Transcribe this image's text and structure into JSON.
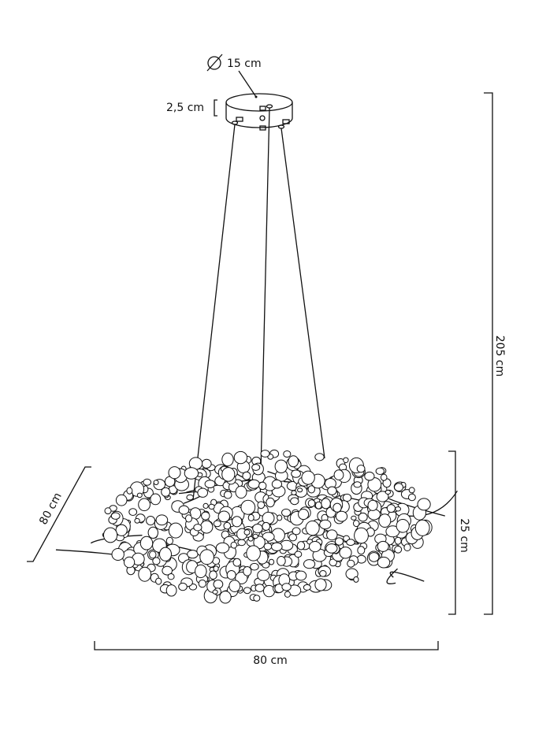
{
  "dimensions": {
    "canopy_diameter": "15 cm",
    "canopy_height": "2,5 cm",
    "total_height": "205 cm",
    "shade_height": "25 cm",
    "width": "80 cm",
    "depth": "80 cm"
  },
  "icons": {
    "diameter": "diameter-symbol-icon"
  }
}
